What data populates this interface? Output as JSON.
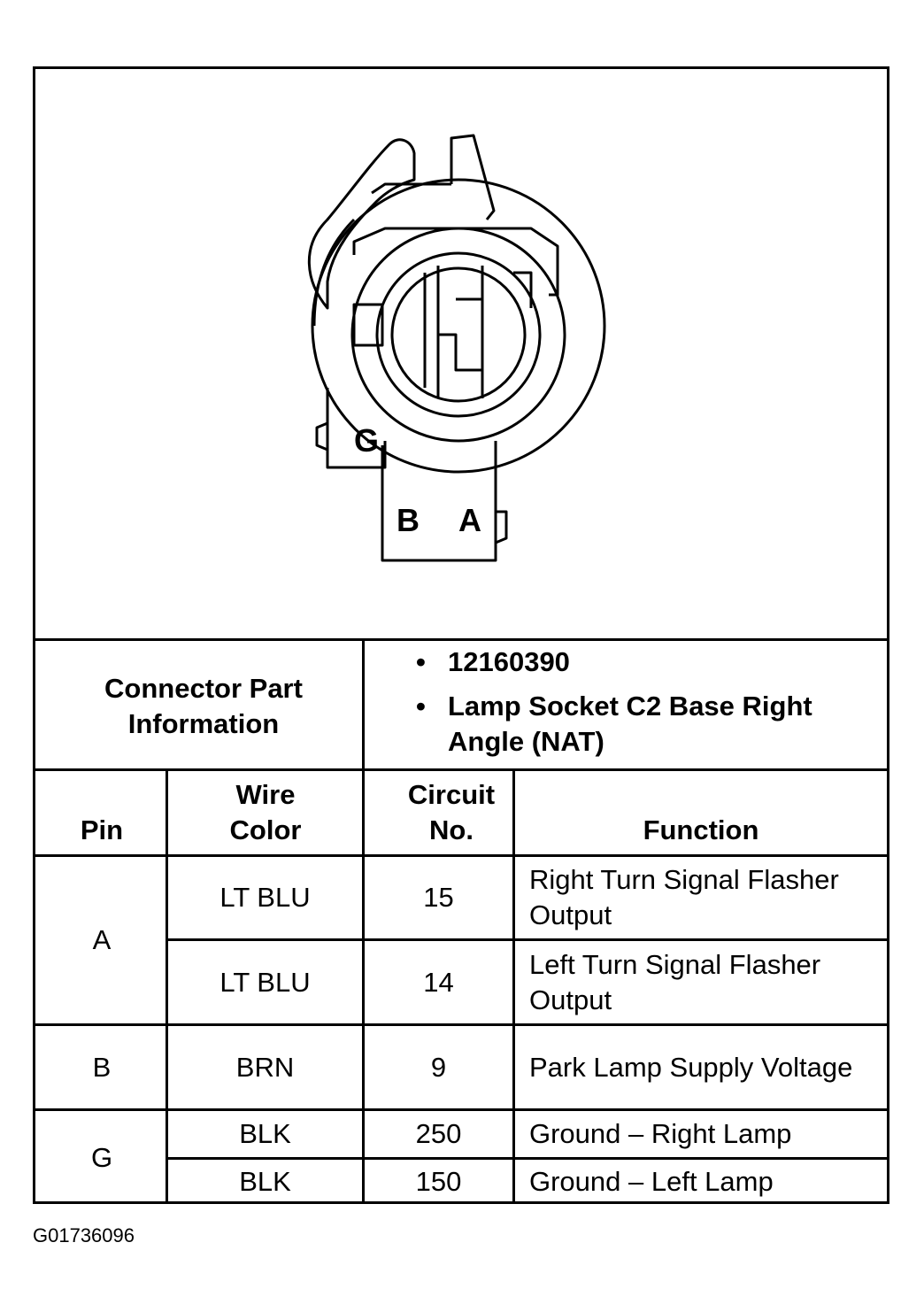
{
  "diagram": {
    "pin_labels": [
      "G",
      "B",
      "A"
    ]
  },
  "part_info": {
    "header": "Connector Part Information",
    "bullets": [
      "12160390",
      "Lamp Socket C2 Base Right Angle (NAT)"
    ]
  },
  "table": {
    "columns": [
      "Pin",
      "Wire Color",
      "Circuit No.",
      "Function"
    ],
    "rows": [
      {
        "pin": "A",
        "wire": "LT BLU",
        "circuit": "15",
        "function": "Right Turn Signal Flasher Output"
      },
      {
        "pin": "",
        "wire": "LT BLU",
        "circuit": "14",
        "function": "Left Turn Signal Flasher Output"
      },
      {
        "pin": "B",
        "wire": "BRN",
        "circuit": "9",
        "function": "Park Lamp Supply Voltage"
      },
      {
        "pin": "G",
        "wire": "BLK",
        "circuit": "250",
        "function": "Ground – Right Lamp"
      },
      {
        "pin": "",
        "wire": "BLK",
        "circuit": "150",
        "function": "Ground – Left Lamp"
      }
    ]
  },
  "figure_id": "G01736096"
}
